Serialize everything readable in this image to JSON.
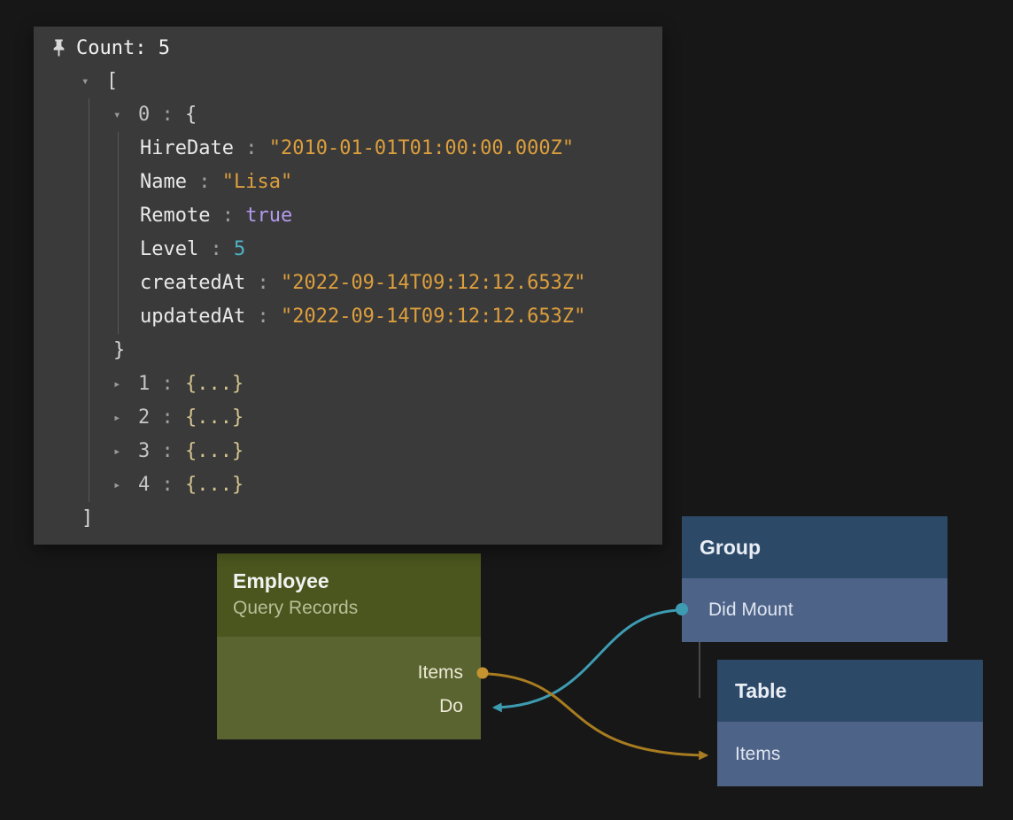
{
  "icons": {
    "caret_down": "▾",
    "caret_right": "▸"
  },
  "colors": {
    "page_background": "#171717",
    "panel_bg": "#3a3a3a",
    "string_value": "#dd9f3d",
    "boolean_value": "#b49aec",
    "number_value": "#4fb3c7",
    "wire_teal": "#3d9cb2",
    "wire_orange": "#a87c20",
    "port_dot_orange": "#c5932f",
    "node_green_header": "#4a561e",
    "node_green_body": "#596430",
    "node_blue_header": "#2d4968",
    "node_blue_row": "#4d6388"
  },
  "inspector": {
    "title": "Count: 5",
    "separator": " : ",
    "open_bracket": "[",
    "close_bracket": "]",
    "object0": {
      "index": "0",
      "open_brace": "{",
      "close_brace": "}",
      "fields": [
        {
          "key": "HireDate",
          "value": "\"2010-01-01T01:00:00.000Z\"",
          "type": "string"
        },
        {
          "key": "Name",
          "value": "\"Lisa\"",
          "type": "string"
        },
        {
          "key": "Remote",
          "value": "true",
          "type": "boolean"
        },
        {
          "key": "Level",
          "value": "5",
          "type": "number"
        },
        {
          "key": "createdAt",
          "value": "\"2022-09-14T09:12:12.653Z\"",
          "type": "string"
        },
        {
          "key": "updatedAt",
          "value": "\"2022-09-14T09:12:12.653Z\"",
          "type": "string"
        }
      ]
    },
    "collapsed_items": [
      {
        "index": "1",
        "preview": "{...}"
      },
      {
        "index": "2",
        "preview": "{...}"
      },
      {
        "index": "3",
        "preview": "{...}"
      },
      {
        "index": "4",
        "preview": "{...}"
      }
    ]
  },
  "nodes": {
    "employee": {
      "title": "Employee",
      "subtitle": "Query Records",
      "outputs": [
        {
          "label": "Items"
        },
        {
          "label": "Do"
        }
      ]
    },
    "group": {
      "title": "Group",
      "ports": [
        {
          "label": "Did Mount"
        }
      ]
    },
    "table": {
      "title": "Table",
      "ports": [
        {
          "label": "Items"
        }
      ]
    }
  }
}
